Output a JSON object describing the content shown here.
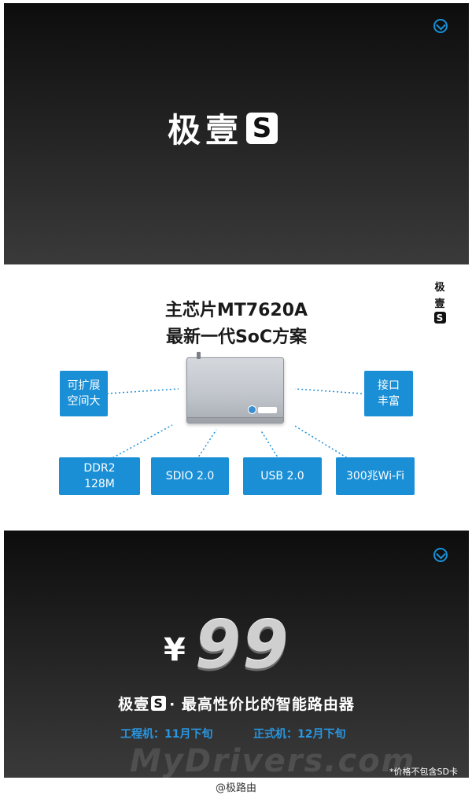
{
  "slide1": {
    "title": "极壹",
    "badge": "S",
    "logo_icon": "jiluyou-logo-icon"
  },
  "slide2": {
    "side_brand": {
      "line1": "极",
      "line2": "壹",
      "badge": "S"
    },
    "headline1": "主芯片MT7620A",
    "headline2": "最新一代SoC方案",
    "features": {
      "expandable": {
        "line1": "可扩展",
        "line2": "空间大"
      },
      "ports": {
        "line1": "接口",
        "line2": "丰富"
      },
      "ddr2": {
        "line1": "DDR2",
        "line2": "128M"
      },
      "sdio": "SDIO 2.0",
      "usb": "USB 2.0",
      "wifi": "300兆Wi-Fi"
    },
    "accent_color": "#1a8fd6"
  },
  "slide3": {
    "logo_icon": "jiluyou-logo-icon",
    "currency": "¥",
    "price": "99",
    "tagline_brand": "极壹",
    "tagline_badge": "S",
    "tagline_text": "· 最高性价比的智能路由器",
    "engineering_release": "工程机：11月下旬",
    "official_release": "正式机：12月下旬",
    "watermark": "MyDrivers.com",
    "note": "*价格不包含SD卡"
  },
  "credit": "@极路由"
}
